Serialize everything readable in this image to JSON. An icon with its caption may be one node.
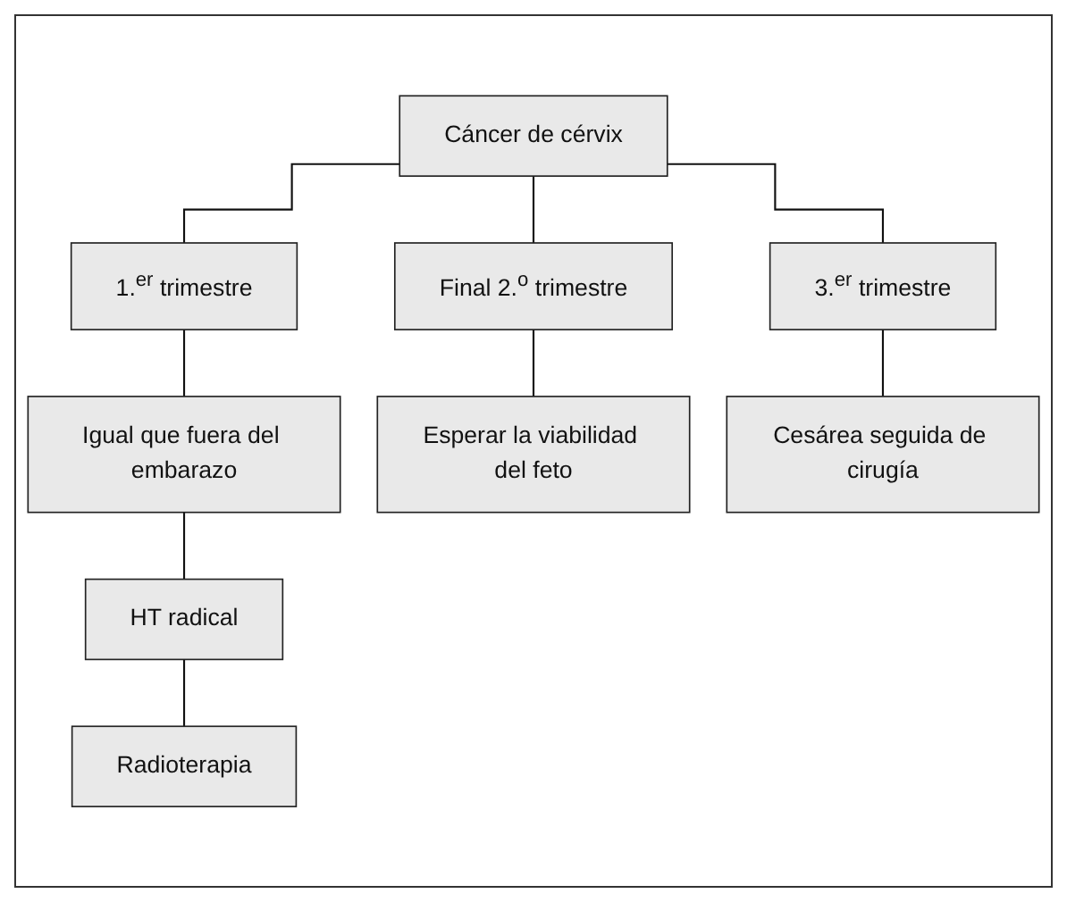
{
  "diagram": {
    "nodes": [
      {
        "text": [
          "Cáncer de cérvix"
        ]
      },
      {
        "text": [
          "1.$^{er}$ trimestre"
        ]
      },
      {
        "text": [
          "Final 2.$^{o}$ trimestre"
        ]
      },
      {
        "text": [
          "3.$^{er}$ trimestre"
        ]
      },
      {
        "text": [
          "Igual que fuera del embarazo"
        ]
      },
      {
        "text": [
          "Esperar la viabilidad del feto"
        ]
      },
      {
        "text": [
          "Cesárea seguida de cirugía"
        ]
      },
      {
        "text": [
          "HT radical"
        ]
      },
      {
        "text": [
          "Radioterapia"
        ]
      }
    ],
    "edges": [
      {
        "from": 0,
        "to": 1,
        "arrow": "none"
      },
      {
        "from": 0,
        "to": 2,
        "arrow": "none"
      },
      {
        "from": 0,
        "to": 3,
        "arrow": "none"
      },
      {
        "from": 1,
        "to": 4,
        "arrow": "none"
      },
      {
        "from": 2,
        "to": 5,
        "arrow": "none"
      },
      {
        "from": 3,
        "to": 6,
        "arrow": "none"
      },
      {
        "from": 4,
        "to": 7,
        "arrow": "none"
      },
      {
        "from": 7,
        "to": 8,
        "arrow": "none"
      }
    ]
  }
}
